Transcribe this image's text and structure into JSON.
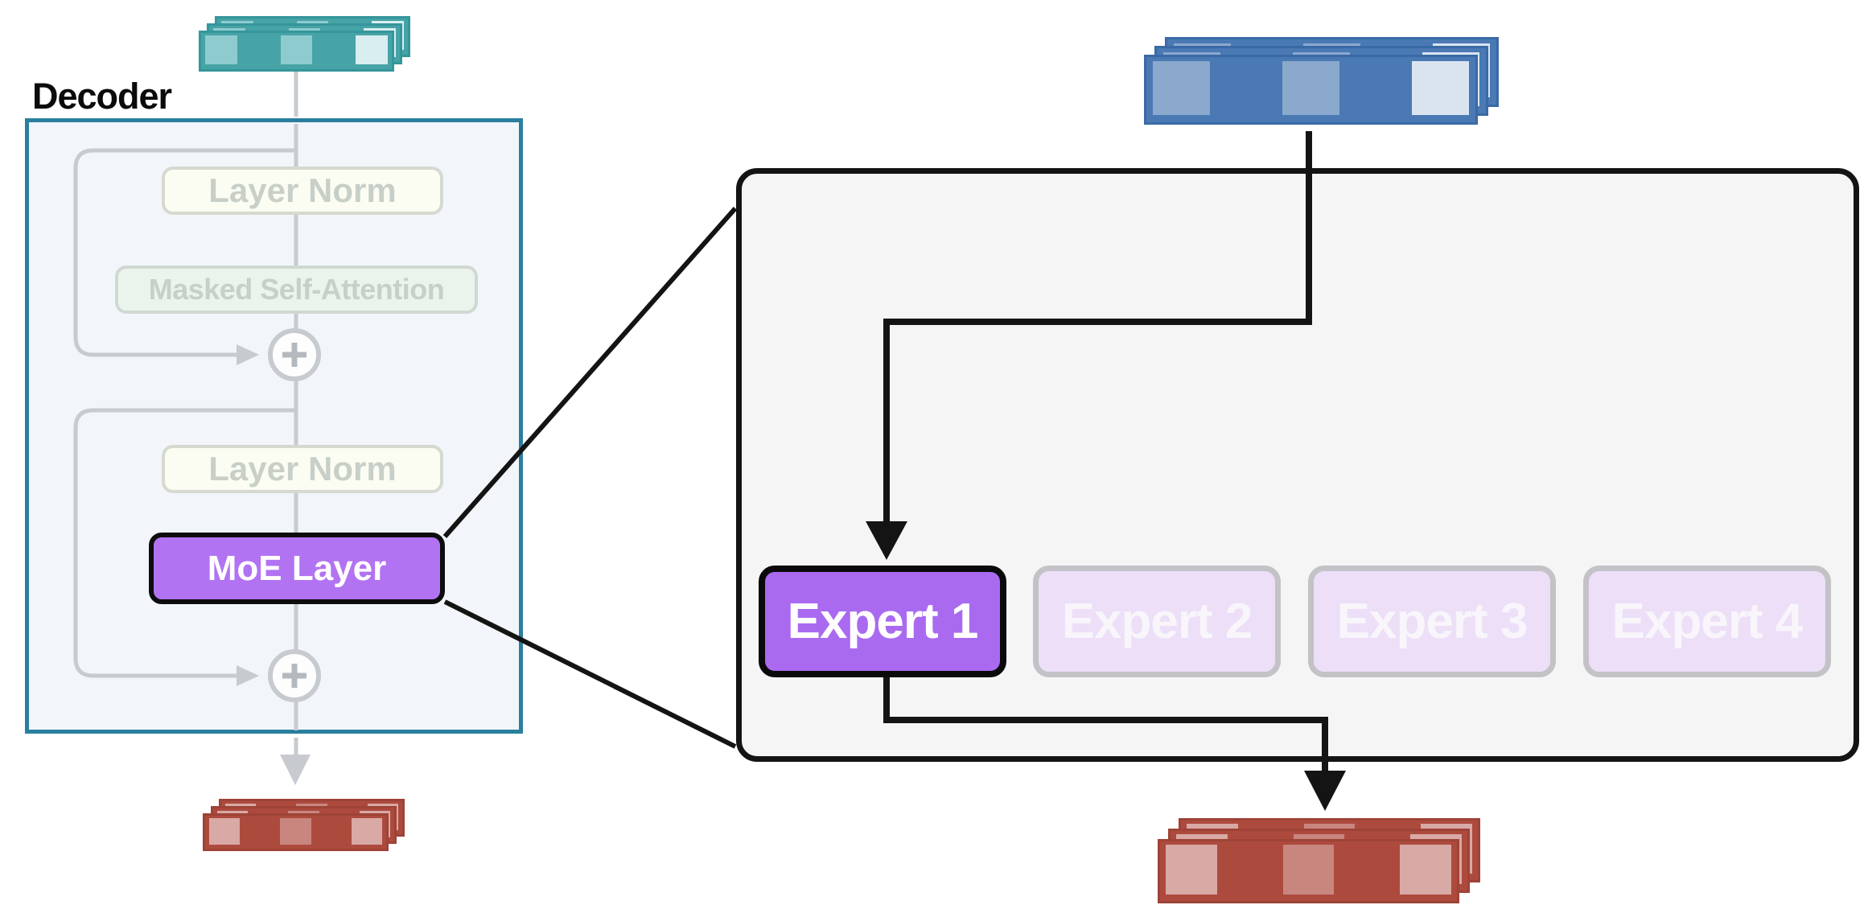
{
  "decoder": {
    "label": "Decoder",
    "blocks": [
      {
        "label": "Layer Norm",
        "state": "faded"
      },
      {
        "label": "Masked Self-Attention",
        "state": "faded"
      },
      {
        "label": "Layer Norm",
        "state": "faded"
      },
      {
        "label": "MoE Layer",
        "state": "highlighted"
      }
    ]
  },
  "moe_detail": {
    "experts": [
      {
        "label": "Expert 1",
        "state": "selected"
      },
      {
        "label": "Expert 2",
        "state": "inactive"
      },
      {
        "label": "Expert 3",
        "state": "inactive"
      },
      {
        "label": "Expert 4",
        "state": "inactive"
      }
    ]
  },
  "icons": {
    "residual_add_1": "plus-circle",
    "residual_add_2": "plus-circle",
    "flow_arrows": "arrow-down"
  },
  "colors": {
    "decoder_border": "#2a7f9e",
    "decoder_bg": "#f2f6fa",
    "detail_box_bg": "#f5f5f6",
    "line_black": "#141414",
    "line_gray": "#c7cbcf",
    "moe_purple": "#b273f2",
    "expert_purple": "#a96af0",
    "expert_inactive_bg": "#ecdff7",
    "expert_inactive_border": "#c3c2c6",
    "expert_inactive_text": "#f8f5fb",
    "faded_block_text": "#c7cfc8",
    "layer_norm_bg": "#fbfdf2",
    "layer_norm_border": "#d5d9cf",
    "attention_bg": "#eaf4ec",
    "attention_border": "#d0d8d2",
    "teal_bg": "#46a3a6",
    "teal_border": "#35969b",
    "teal_light": "#8ecbce",
    "teal_xlight": "#d9eef0",
    "blue_bg": "#4a79b4",
    "blue_border": "#3a6aa6",
    "blue_light": "#8aa9cd",
    "blue_xlight": "#d9e4f0",
    "red_bg": "#ad4a3e",
    "red_border": "#9e4337",
    "red_light": "#d9a9a5",
    "red_mid": "#c8867f"
  }
}
